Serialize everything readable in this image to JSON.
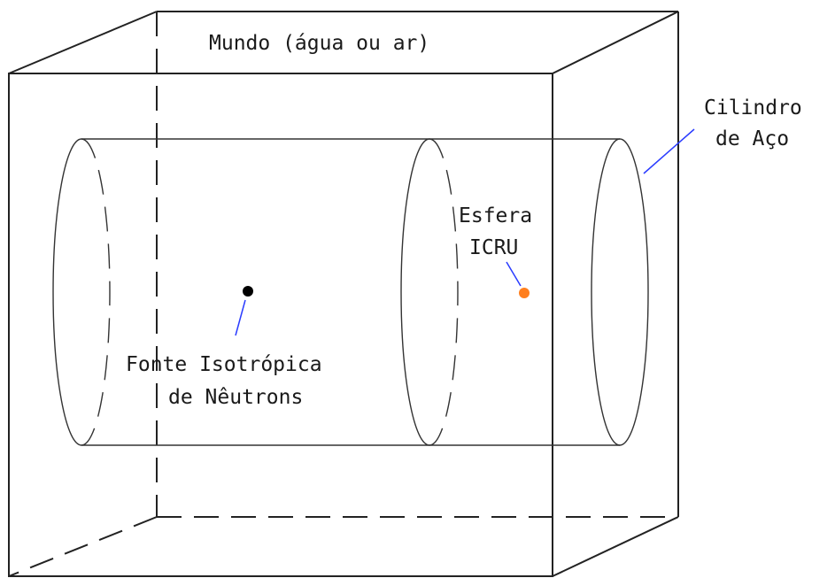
{
  "labels": {
    "world": "Mundo (água ou ar)",
    "cylinder_line1": "Cilindro",
    "cylinder_line2": "de Aço",
    "sphere_line1": "Esfera",
    "sphere_line2": "ICRU",
    "source_line1": "Fonte Isotrópica",
    "source_line2": "de Nêutrons"
  },
  "colors": {
    "leader_line": "#2a3cff",
    "source_point": "#000000",
    "sphere_point": "#ff7f1e",
    "outline": "#222222"
  }
}
